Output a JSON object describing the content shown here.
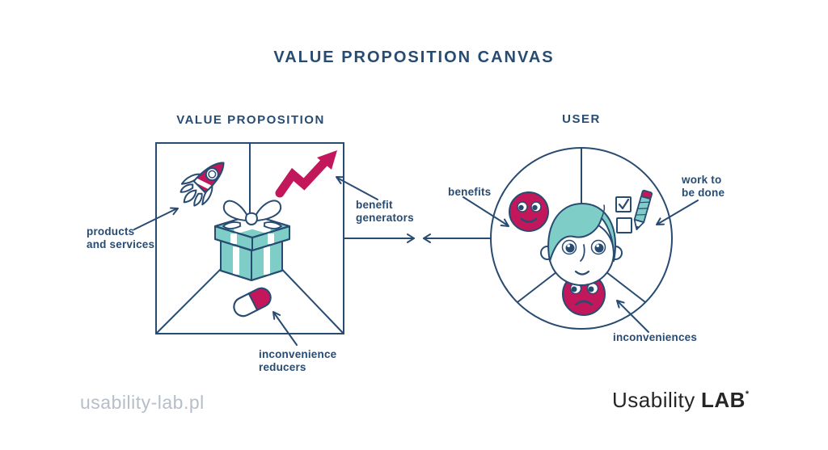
{
  "title": "VALUE PROPOSITION CANVAS",
  "value_proposition": {
    "heading": "VALUE PROPOSITION",
    "labels": {
      "products_and_services": [
        "products",
        "and services"
      ],
      "benefit_generators": [
        "benefit",
        "generators"
      ],
      "inconvenience_reducers": [
        "inconvenience",
        "reducers"
      ]
    },
    "icons": [
      "rocket-icon",
      "growth-arrow-icon",
      "gift-box-icon",
      "pill-icon"
    ]
  },
  "user": {
    "heading": "USER",
    "labels": {
      "benefits": "benefits",
      "work_to_be_done": [
        "work to",
        "be done"
      ],
      "inconveniences": "inconveniences"
    },
    "icons": [
      "happy-face-icon",
      "checklist-pencil-icon",
      "user-head-icon",
      "sad-face-icon"
    ]
  },
  "footer": {
    "website": "usability-lab.pl",
    "logo_light": "Usability",
    "logo_bold": "LAB",
    "logo_mark": "*"
  },
  "colors": {
    "navy": "#284B72",
    "crimson": "#C2185B",
    "teal": "#7FCDC7",
    "footer_gray": "#B6BEC9",
    "logo_black": "#262626",
    "background": "#FFFFFF"
  }
}
